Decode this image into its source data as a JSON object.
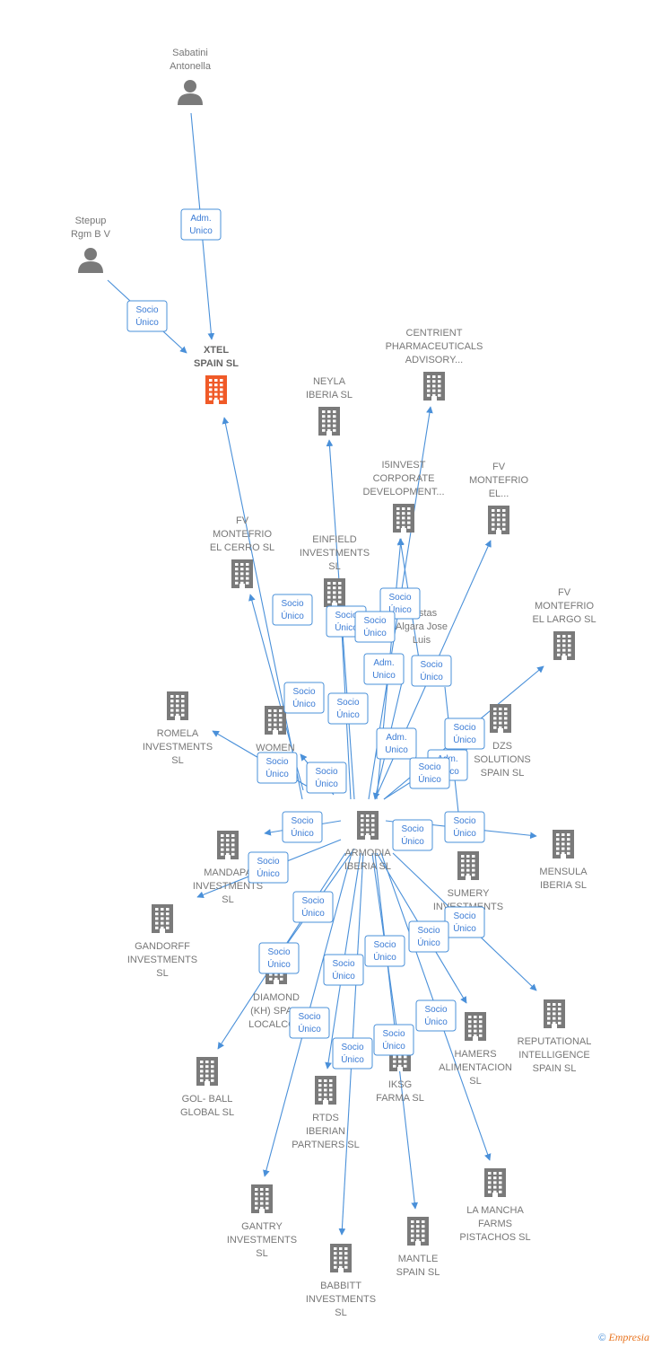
{
  "colors": {
    "edge": "#4a90d9",
    "node": "#7a7a7a",
    "focus_node": "#f05a28",
    "label": "#777777"
  },
  "nodes": [
    {
      "id": "sabatini",
      "kind": "person",
      "lines": [
        "Sabatini",
        "Antonella"
      ]
    },
    {
      "id": "stepup",
      "kind": "person",
      "lines": [
        "Stepup",
        "Rgm B V"
      ]
    },
    {
      "id": "xtel",
      "kind": "company",
      "focus": true,
      "lines": [
        "XTEL",
        "SPAIN  SL"
      ]
    },
    {
      "id": "centrient",
      "kind": "company",
      "lines": [
        "CENTRIENT",
        "PHARMACEUTICALS",
        "ADVISORY..."
      ]
    },
    {
      "id": "neyla",
      "kind": "company",
      "lines": [
        "NEYLA",
        "IBERIA  SL"
      ]
    },
    {
      "id": "i5invest",
      "kind": "company",
      "lines": [
        "I5INVEST",
        "CORPORATE",
        "DEVELOPMENT..."
      ]
    },
    {
      "id": "fvmontefrio_el",
      "kind": "company",
      "lines": [
        "FV",
        "MONTEFRIO",
        "EL..."
      ]
    },
    {
      "id": "fvmontefrio_cerro",
      "kind": "company",
      "lines": [
        "FV",
        "MONTEFRIO",
        "EL CERRO  SL"
      ]
    },
    {
      "id": "einfield",
      "kind": "company",
      "lines": [
        "EINFIELD",
        "INVESTMENTS",
        "SL"
      ]
    },
    {
      "id": "costas",
      "kind": "person",
      "hidden_icon": true,
      "lines": [
        "Costas",
        "Algara Jose",
        "Luis"
      ]
    },
    {
      "id": "fvmontefrio_largo",
      "kind": "company",
      "lines": [
        "FV",
        "MONTEFRIO",
        "EL LARGO  SL"
      ]
    },
    {
      "id": "romela",
      "kind": "company",
      "lines": [
        "ROMELA",
        "INVESTMENTS",
        "SL"
      ]
    },
    {
      "id": "women",
      "kind": "company",
      "lines": [
        "WOMEN",
        "MI..."
      ]
    },
    {
      "id": "dzs",
      "kind": "company",
      "lines": [
        "DZS",
        "SOLUTIONS",
        "SPAIN  SL"
      ]
    },
    {
      "id": "armodia",
      "kind": "company",
      "lines": [
        "ARMODIA",
        "IBERIA  SL"
      ]
    },
    {
      "id": "mandapa",
      "kind": "company",
      "lines": [
        "MANDAPA",
        "INVESTMENTS",
        "SL"
      ]
    },
    {
      "id": "mensula",
      "kind": "company",
      "lines": [
        "MENSULA",
        "IBERIA  SL"
      ]
    },
    {
      "id": "sumery",
      "kind": "company",
      "lines": [
        "SUMERY",
        "INVESTMENTS",
        "SL"
      ]
    },
    {
      "id": "gandorff",
      "kind": "company",
      "lines": [
        "GANDORFF",
        "INVESTMENTS",
        "SL"
      ]
    },
    {
      "id": "diamond",
      "kind": "company",
      "lines": [
        "DIAMOND",
        "(KH) SPAIN",
        "LOCALCO..."
      ]
    },
    {
      "id": "reputational",
      "kind": "company",
      "lines": [
        "REPUTATIONAL",
        "INTELLIGENCE",
        "SPAIN  SL"
      ]
    },
    {
      "id": "hamers",
      "kind": "company",
      "lines": [
        "HAMERS",
        "ALIMENTACION",
        "SL"
      ]
    },
    {
      "id": "iksg",
      "kind": "company",
      "lines": [
        "IKSG",
        "FARMA  SL"
      ]
    },
    {
      "id": "golball",
      "kind": "company",
      "lines": [
        "GOL- BALL",
        "GLOBAL  SL"
      ]
    },
    {
      "id": "rtds",
      "kind": "company",
      "lines": [
        "RTDS",
        "IBERIAN",
        "PARTNERS  SL"
      ]
    },
    {
      "id": "lamancha",
      "kind": "company",
      "lines": [
        "LA MANCHA",
        "FARMS",
        "PISTACHOS  SL"
      ]
    },
    {
      "id": "gantry",
      "kind": "company",
      "lines": [
        "GANTRY",
        "INVESTMENTS",
        "SL"
      ]
    },
    {
      "id": "mantle",
      "kind": "company",
      "lines": [
        "MANTLE",
        "SPAIN  SL"
      ]
    },
    {
      "id": "babbitt",
      "kind": "company",
      "lines": [
        "BABBITT",
        "INVESTMENTS",
        "SL"
      ]
    }
  ],
  "edges": [
    {
      "from": "sabatini",
      "to": "xtel",
      "badge": [
        "Adm.",
        "Unico"
      ]
    },
    {
      "from": "stepup",
      "to": "xtel",
      "badge": [
        "Socio",
        "Único"
      ]
    },
    {
      "from": "armodia",
      "to": "xtel",
      "badge": [
        "Socio",
        "Único"
      ]
    },
    {
      "from": "armodia",
      "to": "neyla",
      "badge": [
        "Socio",
        "Único"
      ]
    },
    {
      "from": "armodia",
      "to": "centrient",
      "badge": [
        "Socio",
        "Único"
      ]
    },
    {
      "from": "costas",
      "to": "i5invest",
      "badge": [
        "Adm.",
        "Unico"
      ]
    },
    {
      "from": "armodia",
      "to": "i5invest",
      "badge": [
        "Socio",
        "Único"
      ]
    },
    {
      "from": "armodia",
      "to": "fvmontefrio_el",
      "badge": [
        "Socio",
        "Único"
      ]
    },
    {
      "from": "armodia",
      "to": "fvmontefrio_cerro",
      "badge": [
        "Socio",
        "Único"
      ]
    },
    {
      "from": "armodia",
      "to": "einfield",
      "badge": [
        "Socio",
        "Único"
      ]
    },
    {
      "from": "armodia",
      "to": "fvmontefrio_largo",
      "badge": [
        "Socio",
        "Único"
      ]
    },
    {
      "from": "armodia",
      "to": "romela",
      "badge": [
        "Socio",
        "Único"
      ]
    },
    {
      "from": "armodia",
      "to": "women",
      "badge": [
        "Socio",
        "Único"
      ]
    },
    {
      "from": "costas",
      "to": "armodia",
      "badge": [
        "Adm.",
        "Unico"
      ]
    },
    {
      "from": "costas",
      "to": "dzs",
      "badge": [
        "Adm.",
        "Unico"
      ]
    },
    {
      "from": "armodia",
      "to": "dzs",
      "badge": [
        "Socio",
        "Único"
      ]
    },
    {
      "from": "armodia",
      "to": "mandapa",
      "badge": [
        "Socio",
        "Único"
      ]
    },
    {
      "from": "armodia",
      "to": "mensula",
      "badge": [
        "Socio",
        "Único"
      ]
    },
    {
      "from": "armodia",
      "to": "sumery",
      "badge": [
        "Socio",
        "Único"
      ]
    },
    {
      "from": "armodia",
      "to": "gandorff",
      "badge": [
        "Socio",
        "Único"
      ]
    },
    {
      "from": "armodia",
      "to": "diamond",
      "badge": [
        "Socio",
        "Único"
      ]
    },
    {
      "from": "armodia",
      "to": "reputational",
      "badge": [
        "Socio",
        "Único"
      ]
    },
    {
      "from": "armodia",
      "to": "hamers",
      "badge": [
        "Socio",
        "Único"
      ]
    },
    {
      "from": "armodia",
      "to": "iksg",
      "badge": [
        "Socio",
        "Único"
      ]
    },
    {
      "from": "armodia",
      "to": "golball",
      "badge": [
        "Socio",
        "Único"
      ]
    },
    {
      "from": "armodia",
      "to": "rtds",
      "badge": [
        "Socio",
        "Único"
      ]
    },
    {
      "from": "armodia",
      "to": "lamancha",
      "badge": [
        "Socio",
        "Único"
      ]
    },
    {
      "from": "armodia",
      "to": "gantry",
      "badge": [
        "Socio",
        "Único"
      ]
    },
    {
      "from": "armodia",
      "to": "mantle",
      "badge": [
        "Socio",
        "Único"
      ]
    },
    {
      "from": "armodia",
      "to": "babbitt",
      "badge": [
        "Socio",
        "Único"
      ]
    }
  ],
  "footer": {
    "copyright_symbol": "©",
    "brand": "Empresia"
  }
}
